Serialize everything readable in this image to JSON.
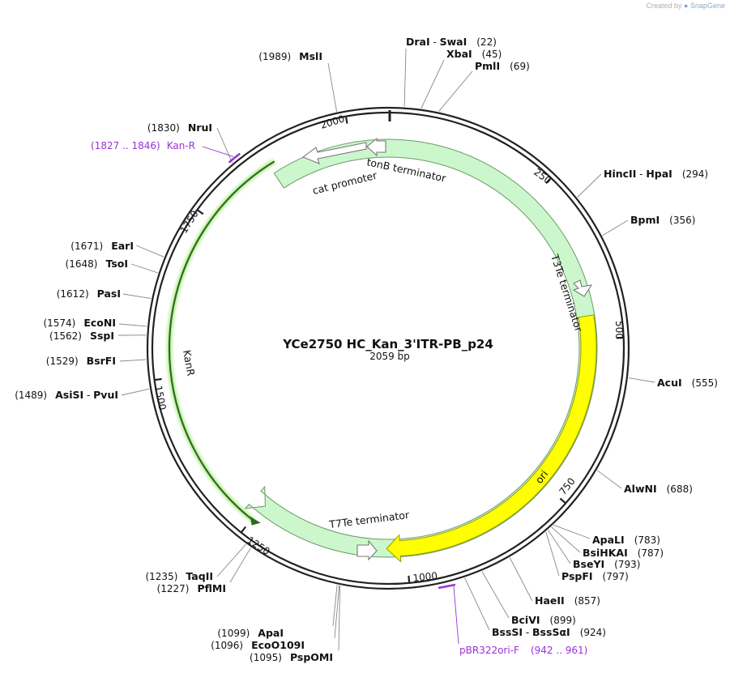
{
  "watermark": {
    "prefix": "Created by",
    "brand": "SnapGene"
  },
  "plasmid": {
    "name": "YCe2750 HC_Kan_3'ITR-PB_p24",
    "length_label": "2059 bp",
    "length": 2059
  },
  "ticks": [
    {
      "pos": 250,
      "label": "250"
    },
    {
      "pos": 500,
      "label": "500"
    },
    {
      "pos": 750,
      "label": "750"
    },
    {
      "pos": 1000,
      "label": "1000"
    },
    {
      "pos": 1250,
      "label": "1250"
    },
    {
      "pos": 1500,
      "label": "1500"
    },
    {
      "pos": 1750,
      "label": "1750"
    },
    {
      "pos": 2000,
      "label": "2000"
    }
  ],
  "features": [
    {
      "id": "ori",
      "label": "ori",
      "type": "rep_origin",
      "color": "#ffff00",
      "stroke": "#9a9a00",
      "direction": "reverse"
    },
    {
      "id": "kanr",
      "label": "KanR",
      "type": "cds",
      "color": "#ccf7cc",
      "stroke": "#6a9a6a",
      "direction": "forward"
    },
    {
      "id": "cat-promoter",
      "label": "cat promoter",
      "type": "promoter",
      "color": "#ffffff",
      "stroke": "#777777",
      "direction": "reverse"
    },
    {
      "id": "tonb-terminator",
      "label": "tonB terminator",
      "type": "terminator",
      "color": "#ffffff",
      "stroke": "#777777",
      "direction": "reverse"
    },
    {
      "id": "t3te-terminator",
      "label": "T3Te terminator",
      "type": "terminator",
      "color": "#ffffff",
      "stroke": "#777777",
      "direction": "forward"
    },
    {
      "id": "t7te-terminator",
      "label": "T7Te terminator",
      "type": "terminator",
      "color": "#ffffff",
      "stroke": "#777777",
      "direction": "forward"
    }
  ],
  "sites": [
    {
      "id": "msli",
      "parts": [
        "MslI"
      ],
      "pos_label": "(1989)",
      "pos": 1989,
      "side": "left"
    },
    {
      "id": "drai-swai",
      "parts": [
        "DraI",
        "SwaI"
      ],
      "pos_label": "(22)",
      "pos": 22,
      "side": "right"
    },
    {
      "id": "xbai",
      "parts": [
        "XbaI"
      ],
      "pos_label": "(45)",
      "pos": 45,
      "side": "right"
    },
    {
      "id": "pmli",
      "parts": [
        "PmlI"
      ],
      "pos_label": "(69)",
      "pos": 69,
      "side": "right"
    },
    {
      "id": "hincii-hpai",
      "parts": [
        "HincII",
        "HpaI"
      ],
      "pos_label": "(294)",
      "pos": 294,
      "side": "right"
    },
    {
      "id": "bpmi",
      "parts": [
        "BpmI"
      ],
      "pos_label": "(356)",
      "pos": 356,
      "side": "right"
    },
    {
      "id": "acui",
      "parts": [
        "AcuI"
      ],
      "pos_label": "(555)",
      "pos": 555,
      "side": "right"
    },
    {
      "id": "alwni",
      "parts": [
        "AlwNI"
      ],
      "pos_label": "(688)",
      "pos": 688,
      "side": "right"
    },
    {
      "id": "apali",
      "parts": [
        "ApaLI"
      ],
      "pos_label": "(783)",
      "pos": 783,
      "side": "right"
    },
    {
      "id": "bsihkai",
      "parts": [
        "BsiHKAI"
      ],
      "pos_label": "(787)",
      "pos": 787,
      "side": "right"
    },
    {
      "id": "bseyi",
      "parts": [
        "BseYI"
      ],
      "pos_label": "(793)",
      "pos": 793,
      "side": "right"
    },
    {
      "id": "pspfi",
      "parts": [
        "PspFI"
      ],
      "pos_label": "(797)",
      "pos": 797,
      "side": "right"
    },
    {
      "id": "haeii",
      "parts": [
        "HaeII"
      ],
      "pos_label": "(857)",
      "pos": 857,
      "side": "right"
    },
    {
      "id": "bcivi",
      "parts": [
        "BciVI"
      ],
      "pos_label": "(899)",
      "pos": 899,
      "side": "right"
    },
    {
      "id": "bsssi-bsssai",
      "parts": [
        "BssSI",
        "BssSαI"
      ],
      "pos_label": "(924)",
      "pos": 924,
      "side": "right"
    },
    {
      "id": "pspomi",
      "parts": [
        "PspOMI"
      ],
      "pos_label": "(1095)",
      "pos": 1095,
      "side": "left"
    },
    {
      "id": "ecoo109i",
      "parts": [
        "EcoO109I"
      ],
      "pos_label": "(1096)",
      "pos": 1096,
      "side": "left"
    },
    {
      "id": "apai",
      "parts": [
        "ApaI"
      ],
      "pos_label": "(1099)",
      "pos": 1099,
      "side": "left"
    },
    {
      "id": "pflmi",
      "parts": [
        "PflMI"
      ],
      "pos_label": "(1227)",
      "pos": 1227,
      "side": "left"
    },
    {
      "id": "taqii",
      "parts": [
        "TaqII"
      ],
      "pos_label": "(1235)",
      "pos": 1235,
      "side": "left"
    },
    {
      "id": "asisi-pvui",
      "parts": [
        "AsiSI",
        "PvuI"
      ],
      "pos_label": "(1489)",
      "pos": 1489,
      "side": "left"
    },
    {
      "id": "bsrfi",
      "parts": [
        "BsrFI"
      ],
      "pos_label": "(1529)",
      "pos": 1529,
      "side": "left"
    },
    {
      "id": "sspi",
      "parts": [
        "SspI"
      ],
      "pos_label": "(1562)",
      "pos": 1562,
      "side": "left"
    },
    {
      "id": "econi",
      "parts": [
        "EcoNI"
      ],
      "pos_label": "(1574)",
      "pos": 1574,
      "side": "left"
    },
    {
      "id": "pasi",
      "parts": [
        "PasI"
      ],
      "pos_label": "(1612)",
      "pos": 1612,
      "side": "left"
    },
    {
      "id": "tsoi",
      "parts": [
        "TsoI"
      ],
      "pos_label": "(1648)",
      "pos": 1648,
      "side": "left"
    },
    {
      "id": "eari",
      "parts": [
        "EarI"
      ],
      "pos_label": "(1671)",
      "pos": 1671,
      "side": "left"
    },
    {
      "id": "nrui",
      "parts": [
        "NruI"
      ],
      "pos_label": "(1830)",
      "pos": 1830,
      "side": "left"
    }
  ],
  "primers": [
    {
      "id": "kan-r",
      "name": "Kan-R",
      "range_label": "(1827 .. 1846)",
      "start": 1827,
      "end": 1846,
      "direction": "reverse"
    },
    {
      "id": "pbr322ori-f",
      "name": "pBR322ori-F",
      "range_label": "(942 .. 961)",
      "start": 942,
      "end": 961,
      "direction": "forward"
    }
  ],
  "colors": {
    "backbone": "#222222",
    "primer": "#9b30d9",
    "kanr_line": "#2f6b1f",
    "kanr_glow": "#bdf0a0"
  }
}
